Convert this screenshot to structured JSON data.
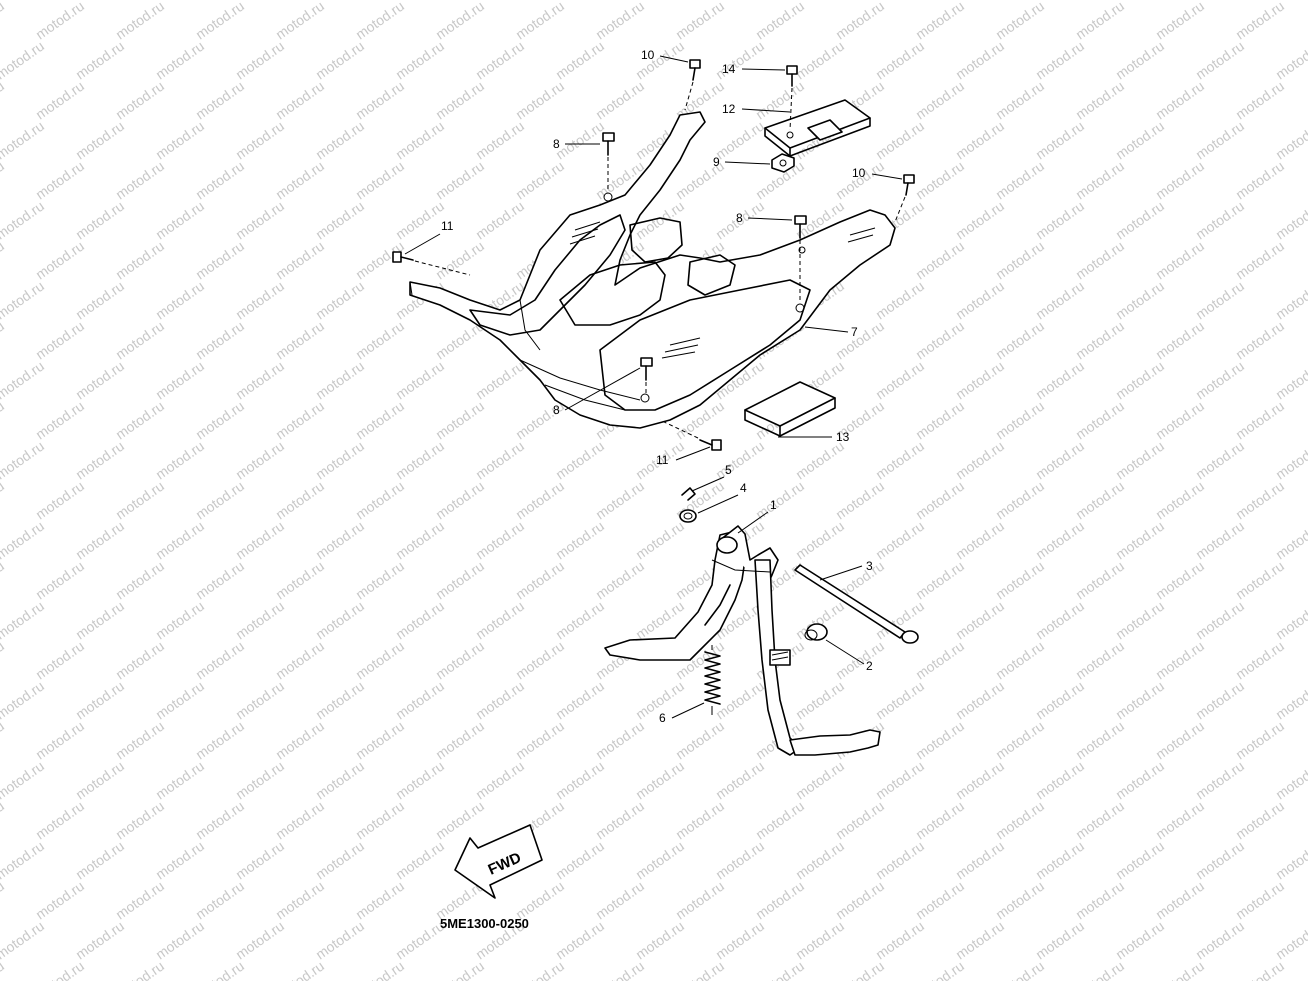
{
  "watermark": "motod.ru",
  "diagram_code": "5ME1300-0250",
  "direction_label": "FWD",
  "callouts": [
    "10",
    "14",
    "12",
    "8",
    "9",
    "10",
    "11",
    "8",
    "7",
    "8",
    "13",
    "11",
    "5",
    "4",
    "1",
    "3",
    "2",
    "6"
  ]
}
